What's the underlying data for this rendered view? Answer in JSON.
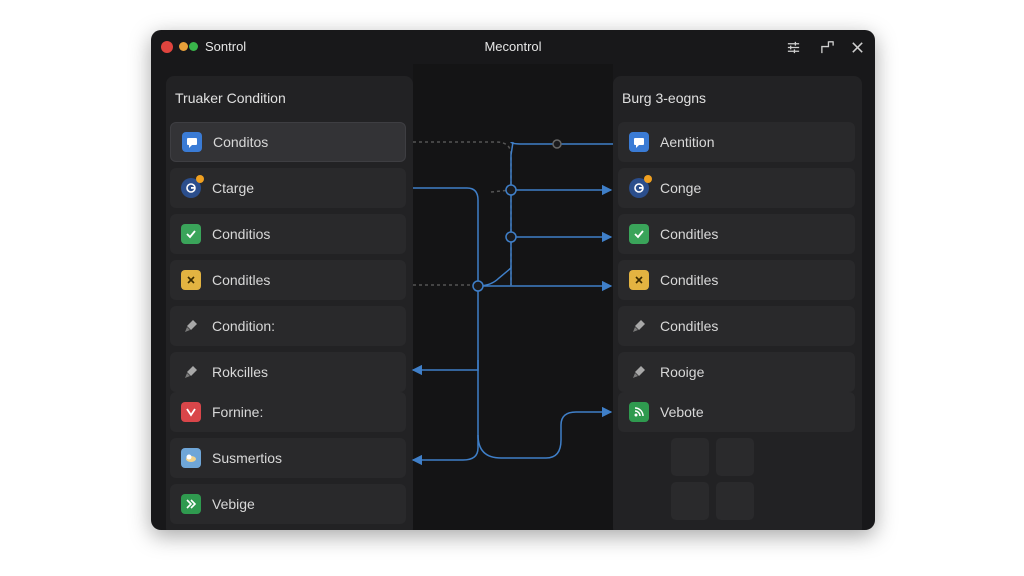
{
  "window": {
    "app_name": "Sontrol",
    "title": "Mecontrol"
  },
  "left_panel": {
    "title": "Truaker Condition",
    "items": [
      {
        "label": "Conditos",
        "icon": "chat-icon",
        "color": "#3a7bd5"
      },
      {
        "label": "Ctarge",
        "icon": "google-icon",
        "color": "#2b4e8c"
      },
      {
        "label": "Conditios",
        "icon": "calendar-check-icon",
        "color": "#3aa45a"
      },
      {
        "label": "Conditles",
        "icon": "x-box-icon",
        "color": "#e3b341"
      },
      {
        "label": "Condition:",
        "icon": "rocket-icon",
        "color": "#9a9a9a"
      },
      {
        "label": "Rokcilles",
        "icon": "rocket-icon",
        "color": "#9a9a9a"
      },
      {
        "label": "Fornine:",
        "icon": "chevron-down-icon",
        "color": "#d9464a"
      },
      {
        "label": "Susmertios",
        "icon": "cloud-icon",
        "color": "#6fa6d8"
      },
      {
        "label": "Vebige",
        "icon": "arrows-icon",
        "color": "#2f9a4f"
      }
    ]
  },
  "right_panel": {
    "title": "Burg 3-eogns",
    "items": [
      {
        "label": "Aentition",
        "icon": "chat-icon",
        "color": "#3a7bd5"
      },
      {
        "label": "Conge",
        "icon": "google-icon",
        "color": "#2b4e8c"
      },
      {
        "label": "Conditles",
        "icon": "calendar-check-icon",
        "color": "#3aa45a"
      },
      {
        "label": "Conditles",
        "icon": "x-box-icon",
        "color": "#e3b341"
      },
      {
        "label": "Conditles",
        "icon": "rocket-icon",
        "color": "#9a9a9a"
      },
      {
        "label": "Rooige",
        "icon": "rocket-icon",
        "color": "#9a9a9a"
      },
      {
        "label": "Vebote",
        "icon": "feed-icon",
        "color": "#2f9a4f"
      }
    ]
  },
  "accent_color": "#3f7fc8"
}
